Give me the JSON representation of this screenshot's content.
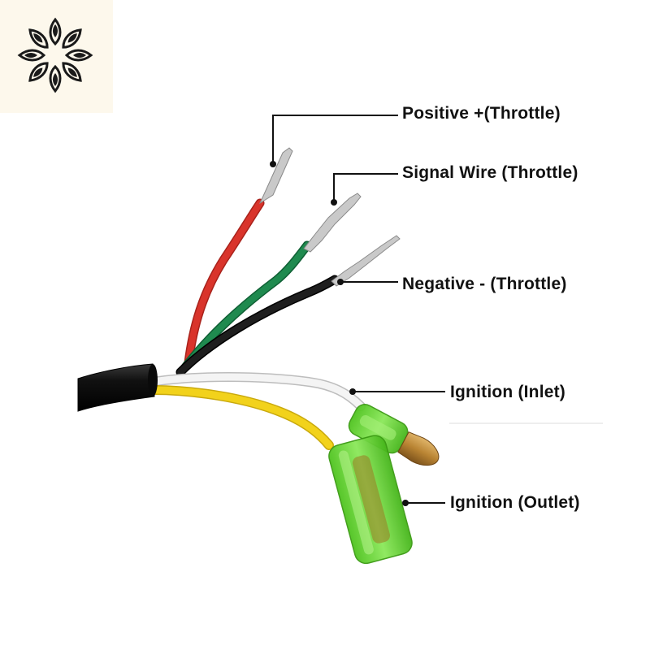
{
  "logo": {
    "icon": "flower-petals-icon",
    "background": "#fdf8ec"
  },
  "callouts": {
    "positive": {
      "label": "Positive +(Throttle)",
      "wire_color": "#d9342b"
    },
    "signal": {
      "label": "Signal Wire (Throttle)",
      "wire_color": "#1f8a4f"
    },
    "negative": {
      "label": "Negative - (Throttle)",
      "wire_color": "#151515"
    },
    "inlet": {
      "label": "Ignition (Inlet)",
      "wire_color": "#f2f2f2"
    },
    "outlet": {
      "label": "Ignition (Outlet)",
      "wire_color": "#f2d21b"
    }
  },
  "colors": {
    "cable_sheath": "#111111",
    "connector_housing": "#6fd63a",
    "bullet_terminal": "#c8903c",
    "pin_metal": "#c9c9c9"
  }
}
